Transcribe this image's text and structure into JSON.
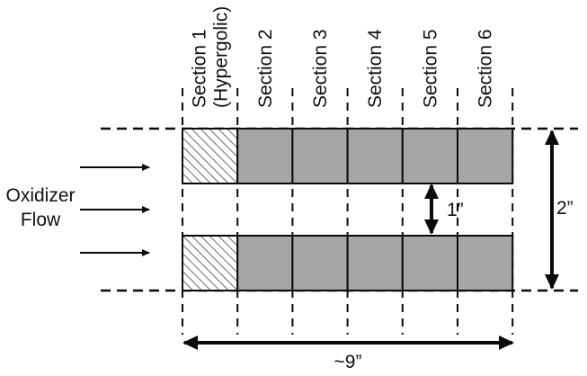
{
  "sections": [
    {
      "lines": [
        "Section 1",
        "(Hypergolic)"
      ],
      "fill": "hatched"
    },
    {
      "lines": [
        "Section 2"
      ],
      "fill": "solid"
    },
    {
      "lines": [
        "Section 3"
      ],
      "fill": "solid"
    },
    {
      "lines": [
        "Section 4"
      ],
      "fill": "solid"
    },
    {
      "lines": [
        "Section 5"
      ],
      "fill": "solid"
    },
    {
      "lines": [
        "Section 6"
      ],
      "fill": "solid"
    }
  ],
  "flow_label": [
    "Oxidizer",
    "Flow"
  ],
  "gap_label": "1”",
  "height_label": "2”",
  "length_label": "~9”",
  "colors": {
    "grain_fill": "#a6a6a6",
    "outline": "#0a0a0a",
    "hatch": "#444444",
    "background": "#ffffff"
  }
}
